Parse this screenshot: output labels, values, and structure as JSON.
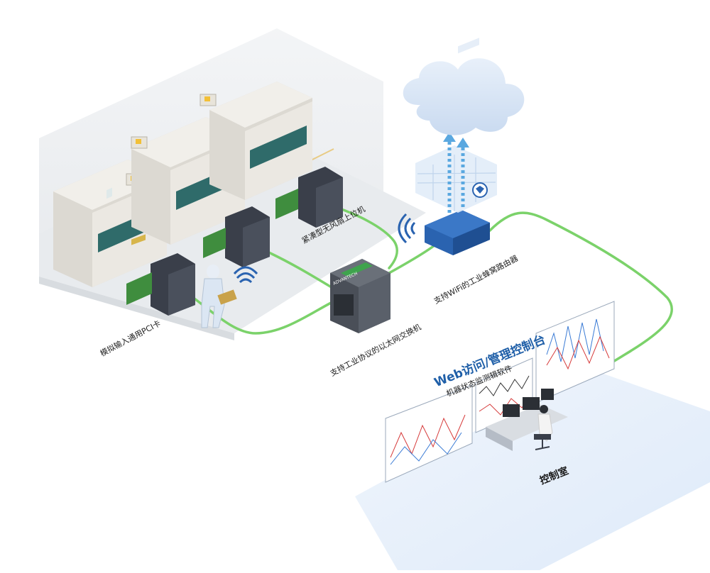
{
  "labels": {
    "pci_card": "模拟输入通用PCI卡",
    "fanless_pc": "紧凑型无风扇上位机",
    "ethernet_switch": "支持工业协议的以太网交换机",
    "router": "支持WiFi的工业蜂窝路由器",
    "web_console": "Web访问/管理控制台",
    "monitoring_software": "机器状态监测辑软件",
    "control_room": "控制室"
  },
  "device_texts": {
    "switch_brand": "ADVANTECH"
  },
  "colors": {
    "cable_green": "#7bd26a",
    "machine_body": "#dcd9d2",
    "machine_accent": "#2f6b6a",
    "device_dark": "#3a3f4a",
    "router_blue": "#2a63b0",
    "cloud": "#d9e6f6",
    "floor": "#e9ecef",
    "control_floor": "#e7f0fb",
    "web_title": "#1f5fa8"
  },
  "icons": [
    "cloud-icon",
    "firewall-icon",
    "shield-icon",
    "wifi-icon",
    "upload-arrow-icon",
    "operator-icon",
    "technician-icon",
    "chair-icon"
  ]
}
